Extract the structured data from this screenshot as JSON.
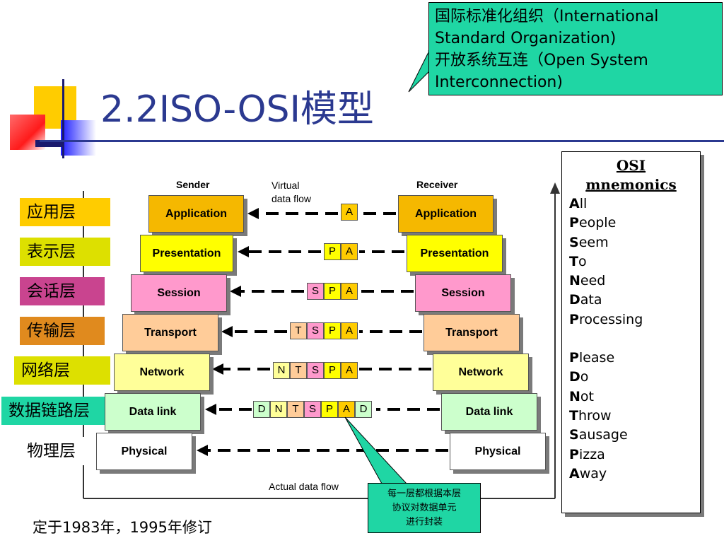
{
  "title": "2.2ISO-OSI模型",
  "callout": {
    "line1": "国际标准化组织（International",
    "line2": "Standard Organization)",
    "line3": "开放系统互连（Open System",
    "line4": "Interconnection)"
  },
  "headers": {
    "sender": "Sender",
    "virtual1": "Virtual",
    "virtual2": "data flow",
    "receiver": "Receiver",
    "actual": "Actual data flow"
  },
  "chinese_layers": [
    {
      "label": "应用层",
      "color": "#ffcc00"
    },
    {
      "label": "表示层",
      "color": "#dde000"
    },
    {
      "label": "会话层",
      "color": "#c9448f"
    },
    {
      "label": "传输层",
      "color": "#e08a1e"
    },
    {
      "label": "网络层",
      "color": "#dde000"
    },
    {
      "label": "数据链路层",
      "color": "#1fd6a4"
    },
    {
      "label": "物理层",
      "color": "#ffffff"
    }
  ],
  "layers": [
    {
      "name": "Application",
      "color": "#f5b800"
    },
    {
      "name": "Presentation",
      "color": "#ffff00"
    },
    {
      "name": "Session",
      "color": "#ff99cc"
    },
    {
      "name": "Transport",
      "color": "#ffcc99"
    },
    {
      "name": "Network",
      "color": "#ffff99"
    },
    {
      "name": "Data link",
      "color": "#ccffcc"
    },
    {
      "name": "Physical",
      "color": "#ffffff"
    }
  ],
  "headers_stack": [
    [
      "A"
    ],
    [
      "P",
      "A"
    ],
    [
      "S",
      "P",
      "A"
    ],
    [
      "T",
      "S",
      "P",
      "A"
    ],
    [
      "N",
      "T",
      "S",
      "P",
      "A"
    ],
    [
      "D",
      "N",
      "T",
      "S",
      "P",
      "A",
      "D"
    ]
  ],
  "header_colors": {
    "A": "#ffcc00",
    "P": "#ffff00",
    "S": "#ff99cc",
    "T": "#ffcc99",
    "N": "#ffff99",
    "D": "#ccffcc"
  },
  "mnemonics": {
    "title1": "OSI",
    "title2": "mnemonics",
    "group1": [
      [
        "A",
        "ll"
      ],
      [
        "P",
        "eople"
      ],
      [
        "S",
        "eem"
      ],
      [
        "T",
        "o"
      ],
      [
        "N",
        "eed"
      ],
      [
        "D",
        "ata"
      ],
      [
        "P",
        "rocessing"
      ]
    ],
    "group2": [
      [
        "P",
        "lease"
      ],
      [
        "D",
        "o"
      ],
      [
        "N",
        "ot"
      ],
      [
        "T",
        "hrow"
      ],
      [
        "S",
        "ausage"
      ],
      [
        "P",
        "izza"
      ],
      [
        "A",
        "way"
      ]
    ]
  },
  "note": {
    "line1": "每一层都根据本层",
    "line2": "协议对数据单元",
    "line3": "进行封装"
  },
  "footer": "定于1983年，1995年修订"
}
